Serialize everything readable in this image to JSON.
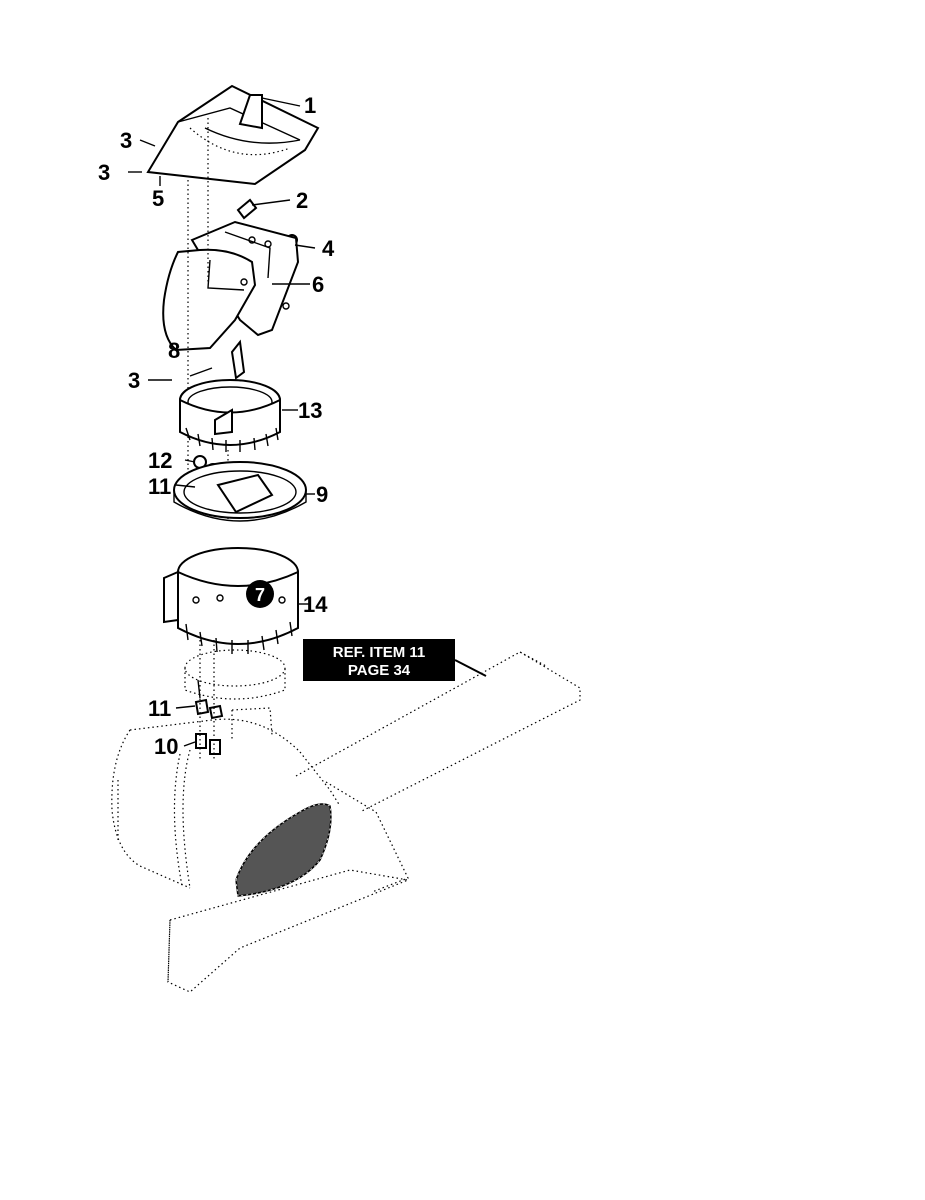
{
  "callouts": {
    "c1": "1",
    "c2": "2",
    "c3a": "3",
    "c3b": "3",
    "c3c": "3",
    "c4": "4",
    "c5": "5",
    "c6": "6",
    "c7": "7",
    "c8": "8",
    "c9": "9",
    "c10": "10",
    "c11a": "11",
    "c11b": "11",
    "c12": "12",
    "c13": "13",
    "c14": "14"
  },
  "reference": {
    "line1": "REF. ITEM 11",
    "line2": "PAGE 34"
  }
}
